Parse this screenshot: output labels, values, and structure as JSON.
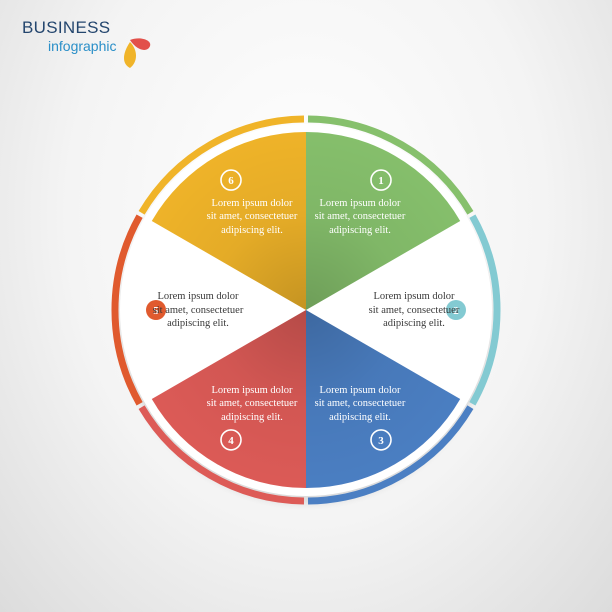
{
  "header": {
    "title": "BUSINESS",
    "subtitle": "infographic",
    "logo_colors": [
      "#e2504a",
      "#f0b429"
    ]
  },
  "segments": [
    {
      "number": "1",
      "text": "Lorem ipsum dolor\nsit amet, consectetuer\nadipiscing elit.",
      "color": "#86c06c",
      "filled": true
    },
    {
      "number": "2",
      "text": "Lorem ipsum dolor\nsit amet, consectetuer\nadipiscing elit.",
      "color": "#83cad2",
      "filled": false
    },
    {
      "number": "3",
      "text": "Lorem ipsum dolor\nsit amet, consectetuer\nadipiscing elit.",
      "color": "#4b7fc3",
      "filled": true
    },
    {
      "number": "4",
      "text": "Lorem ipsum dolor\nsit amet, consectetuer\nadipiscing elit.",
      "color": "#dd5b57",
      "filled": true
    },
    {
      "number": "5",
      "text": "Lorem ipsum dolor\nsit amet, consectetuer\nadipiscing elit.",
      "color": "#e05a2e",
      "filled": false
    },
    {
      "number": "6",
      "text": "Lorem ipsum dolor\nsit amet, consectetuer\nadipiscing elit.",
      "color": "#f0b429",
      "filled": true
    }
  ]
}
